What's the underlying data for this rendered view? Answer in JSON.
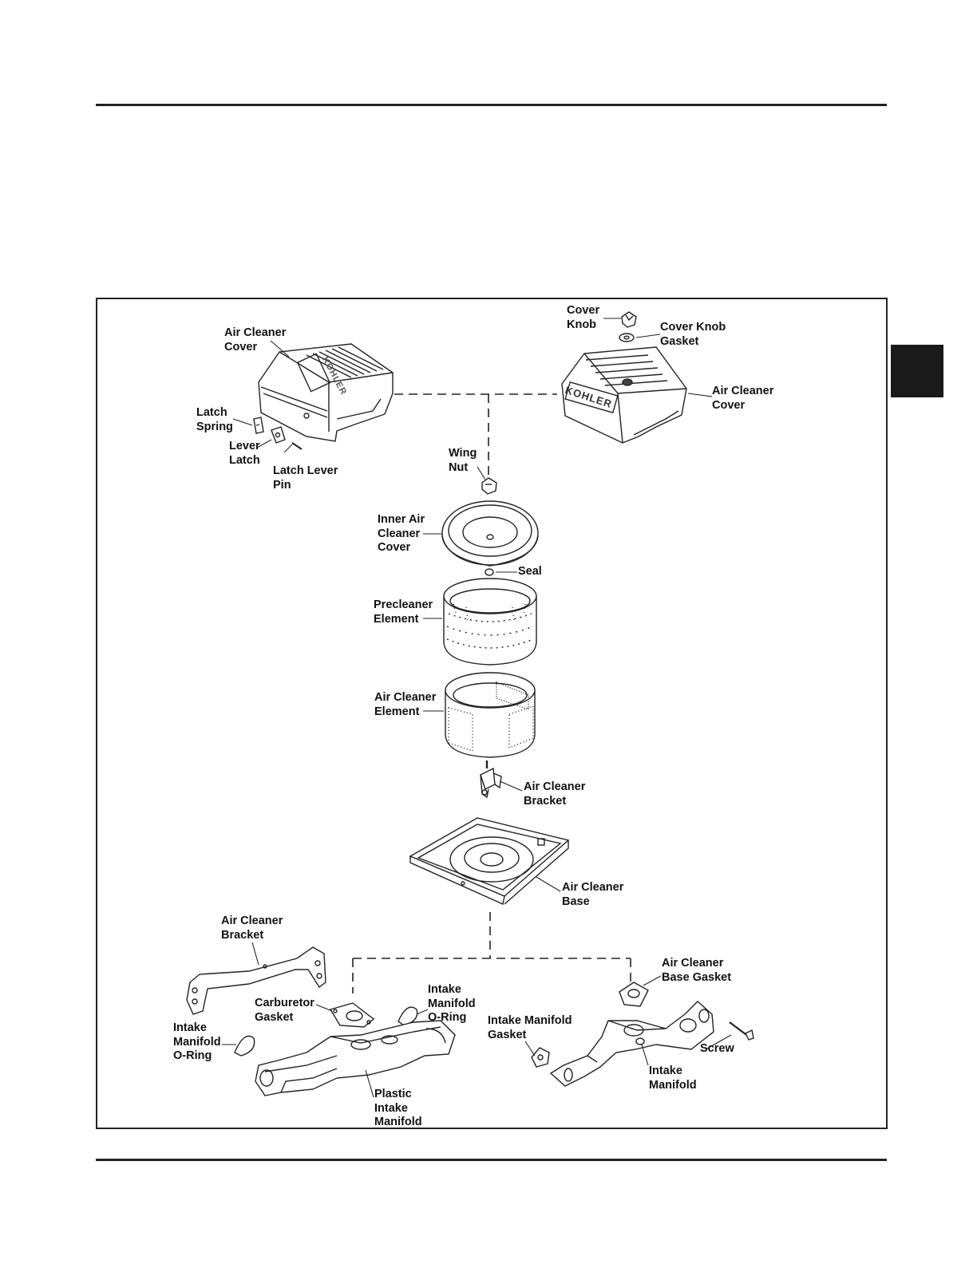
{
  "labels": {
    "cover_left": "Air Cleaner\nCover",
    "cover_knob": "Cover\nKnob",
    "cover_knob_gasket": "Cover Knob\nGasket",
    "cover_right": "Air Cleaner\nCover",
    "latch_spring": "Latch\nSpring",
    "lever_latch": "Lever\nLatch",
    "latch_lever_pin": "Latch Lever\nPin",
    "wing_nut": "Wing\nNut",
    "inner_cover": "Inner Air\nCleaner\nCover",
    "seal": "Seal",
    "precleaner": "Precleaner\nElement",
    "element": "Air Cleaner\nElement",
    "bracket_upper": "Air Cleaner\nBracket",
    "base": "Air Cleaner\nBase",
    "bracket_lower": "Air Cleaner\nBracket",
    "base_gasket": "Air Cleaner\nBase Gasket",
    "carb_gasket": "Carburetor\nGasket",
    "oring_mid": "Intake\nManifold\nO-Ring",
    "manifold_gasket": "Intake Manifold\nGasket",
    "oring_left": "Intake\nManifold\nO-Ring",
    "screw": "Screw",
    "intake_manifold": "Intake\nManifold",
    "plastic_manifold": "Plastic\nIntake\nManifold"
  },
  "logo_text": "KOHLER"
}
